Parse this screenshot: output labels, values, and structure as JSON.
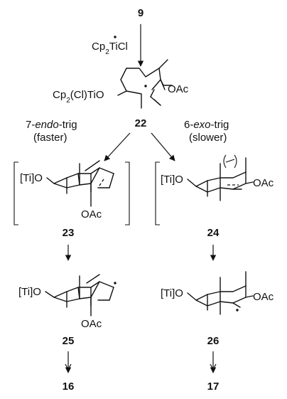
{
  "compounds": {
    "c9": "9",
    "c22": "22",
    "c23": "23",
    "c24": "24",
    "c25": "25",
    "c26": "26",
    "c16": "16",
    "c17": "17"
  },
  "reagent": {
    "prefix": "Cp",
    "sub": "2",
    "suffix": "TiCl"
  },
  "intermediate_22": {
    "ti_prefix": "Cp",
    "ti_sub": "2",
    "ti_suffix": "(Cl)TiO",
    "oac": "OAc"
  },
  "pathway_endo": {
    "number": "7-",
    "mode": "endo",
    "suffix": "-trig",
    "rate": "(faster)"
  },
  "pathway_exo": {
    "number": "6-",
    "mode": "exo",
    "suffix": "-trig",
    "rate": "(slower)"
  },
  "labels": {
    "ti_o": "[Ti]O",
    "oac": "OAc"
  }
}
